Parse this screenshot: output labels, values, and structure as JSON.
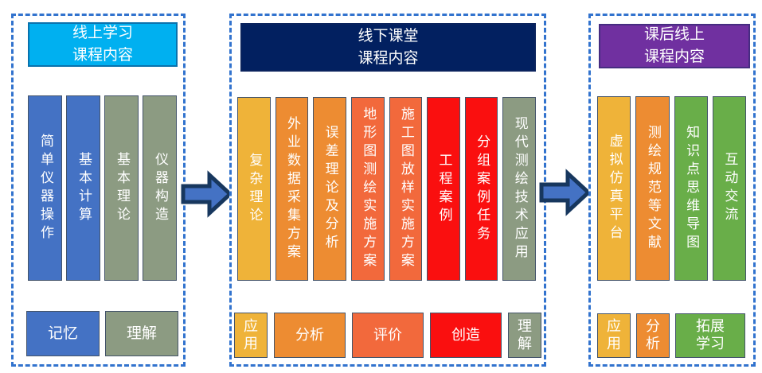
{
  "colors": {
    "panel_dash_border": "#3273CE",
    "box_outline": "#44546A",
    "text_on_fill": "#FFFFFF",
    "arrow_fill": "#4472C4",
    "arrow_outline": "#17375E",
    "blue": "#4472C4",
    "gray_green": "#8C9B82",
    "gold": "#EFB339",
    "orange": "#ED8C32",
    "orange_red": "#F2693C",
    "red": "#FA0F0F",
    "green": "#69AE49",
    "cyan_header": "#00B0F0",
    "navy_header": "#022060",
    "purple_header": "#7030A0"
  },
  "panels": [
    {
      "name": "online-learning",
      "header": {
        "text": "线上学习\n课程内容",
        "bg": "#00B0F0"
      },
      "columns": [
        {
          "label": "简单仪器操作",
          "bg": "#4472C4"
        },
        {
          "label": "基本计算",
          "bg": "#4472C4"
        },
        {
          "label": "基本理论",
          "bg": "#8C9B82"
        },
        {
          "label": "仪器构造",
          "bg": "#8C9B82"
        }
      ],
      "bottom": [
        {
          "label": "记忆",
          "bg": "#4472C4"
        },
        {
          "label": "理解",
          "bg": "#8C9B82"
        }
      ]
    },
    {
      "name": "offline-classroom",
      "header": {
        "text": "线下课堂\n课程内容",
        "bg": "#022060"
      },
      "columns": [
        {
          "label": "复杂理论",
          "bg": "#EFB339"
        },
        {
          "label": "外业数据采集方案",
          "bg": "#ED8C32"
        },
        {
          "label": "误差理论及分析",
          "bg": "#ED8C32"
        },
        {
          "label": "地形图测绘实施方案",
          "bg": "#F2693C"
        },
        {
          "label": "施工图放样实施方案",
          "bg": "#F2693C"
        },
        {
          "label": "工程案例",
          "bg": "#FA0F0F"
        },
        {
          "label": "分组案例任务",
          "bg": "#FA0F0F"
        },
        {
          "label": "现代测绘技术应用",
          "bg": "#8C9B82"
        }
      ],
      "bottom": [
        {
          "label": "应\n用",
          "bg": "#EFB339"
        },
        {
          "label": "分析",
          "bg": "#ED8C32"
        },
        {
          "label": "评价",
          "bg": "#F2693C"
        },
        {
          "label": "创造",
          "bg": "#FA0F0F"
        },
        {
          "label": "理\n解",
          "bg": "#8C9B82"
        }
      ]
    },
    {
      "name": "after-class-online",
      "header": {
        "text": "课后线上\n课程内容",
        "bg": "#7030A0"
      },
      "columns": [
        {
          "label": "虚拟仿真平台",
          "bg": "#EFB339"
        },
        {
          "label": "测绘规范等文献",
          "bg": "#ED8C32"
        },
        {
          "label": "知识点思维导图",
          "bg": "#69AE49"
        },
        {
          "label": "互动交流",
          "bg": "#69AE49"
        }
      ],
      "bottom": [
        {
          "label": "应\n用",
          "bg": "#EFB339"
        },
        {
          "label": "分\n析",
          "bg": "#ED8C32"
        },
        {
          "label": "拓展\n学习",
          "bg": "#69AE49"
        }
      ]
    }
  ],
  "arrows": [
    {
      "name": "arrow-left-to-middle",
      "fill": "#4472C4",
      "outline": "#17375E"
    },
    {
      "name": "arrow-middle-to-right",
      "fill": "#4472C4",
      "outline": "#17375E"
    }
  ]
}
